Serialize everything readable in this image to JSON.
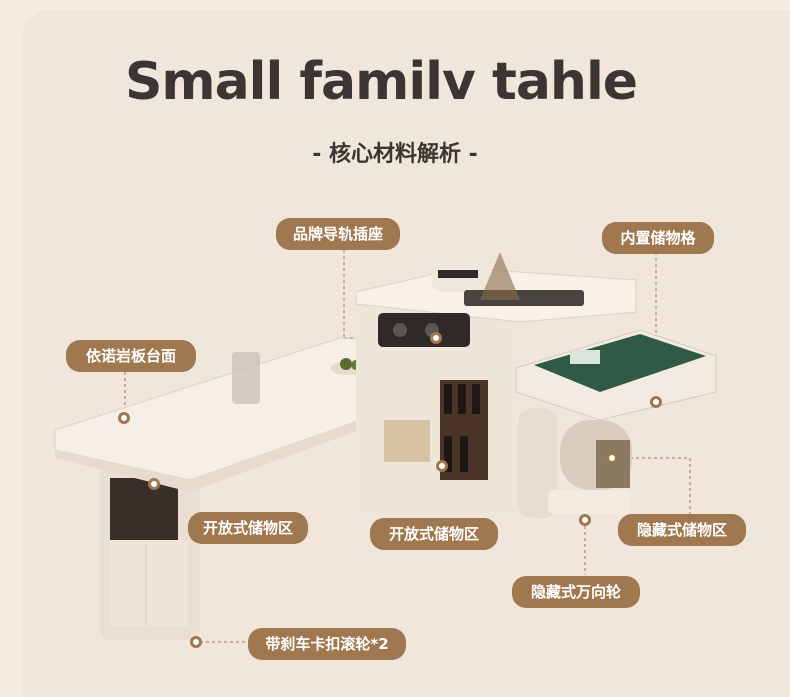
{
  "header": {
    "title": "Small familv tahle",
    "subtitle": "- 核心材料解析 -"
  },
  "labels": {
    "socket": "品牌导轨插座",
    "storage_cell": "内置储物格",
    "tabletop": "依诺岩板台面",
    "open_storage_left": "开放式储物区",
    "open_storage_mid": "开放式储物区",
    "hidden_storage": "隐藏式储物区",
    "hidden_wheel": "隐藏式万向轮",
    "brake_wheel": "带刹车卡扣滚轮*2"
  },
  "colors": {
    "tag": "#a07850",
    "title": "#3b3633",
    "cream": "#f4ece1",
    "mahjong_green": "#2f5a45"
  }
}
